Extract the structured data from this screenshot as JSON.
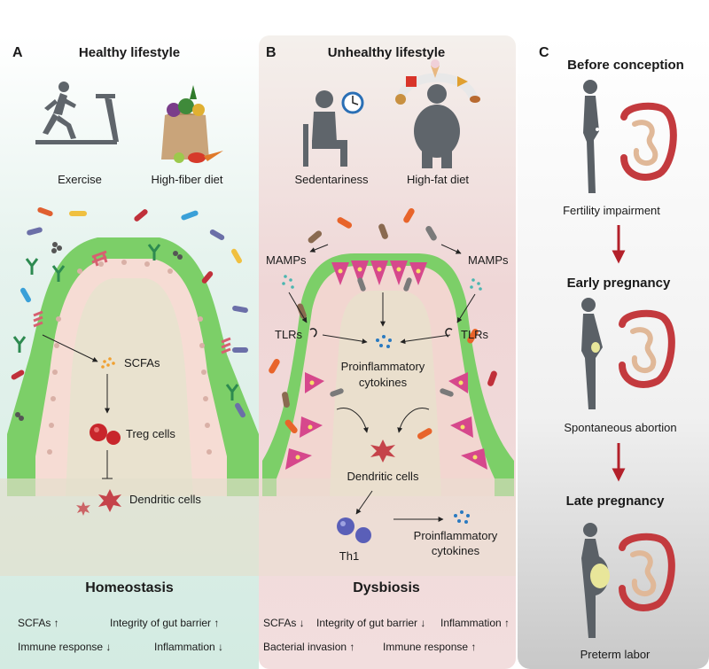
{
  "panel_a": {
    "letter": "A",
    "title": "Healthy lifestyle",
    "exercise": "Exercise",
    "diet": "High-fiber diet",
    "scfas": "SCFAs",
    "treg": "Treg cells",
    "dendritic": "Dendritic cells",
    "outcome": "Homeostasis",
    "effects": {
      "scfas": "SCFAs ↑",
      "barrier": "Integrity of gut barrier ↑",
      "immune": "Immune response ↓",
      "inflammation": "Inflammation ↓"
    }
  },
  "panel_b": {
    "letter": "B",
    "title": "Unhealthy lifestyle",
    "sedentariness": "Sedentariness",
    "diet": "High-fat diet",
    "mamps_left": "MAMPs",
    "mamps_right": "MAMPs",
    "tlrs_left": "TLRs",
    "tlrs_right": "TLRs",
    "cytokines1_line1": "Proinflammatory",
    "cytokines1_line2": "cytokines",
    "dendritic": "Dendritic cells",
    "th1": "Th1",
    "cytokines2_line1": "Proinflammatory",
    "cytokines2_line2": "cytokines",
    "outcome": "Dysbiosis",
    "effects": {
      "scfas": "SCFAs ↓",
      "barrier": "Integrity of gut barrier ↓",
      "inflammation": "Inflammation ↑",
      "invasion": "Bacterial invasion ↑",
      "immune": "Immune response ↑"
    }
  },
  "panel_c": {
    "letter": "C",
    "stage1": "Before conception",
    "outcome1": "Fertility impairment",
    "stage2": "Early pregnancy",
    "outcome2": "Spontaneous abortion",
    "stage3": "Late pregnancy",
    "outcome3": "Preterm labor"
  },
  "colors": {
    "panel_a_top": "#ffffff",
    "panel_a_bottom": "#dceee6",
    "panel_b": "#f2dcdc",
    "panel_c_bottom": "#c9c9c9",
    "villus_green": "#7ccf68",
    "epithelium": "#f6dcd4",
    "arrow_red": "#b3202a",
    "figure_grey": "#5a6066"
  }
}
